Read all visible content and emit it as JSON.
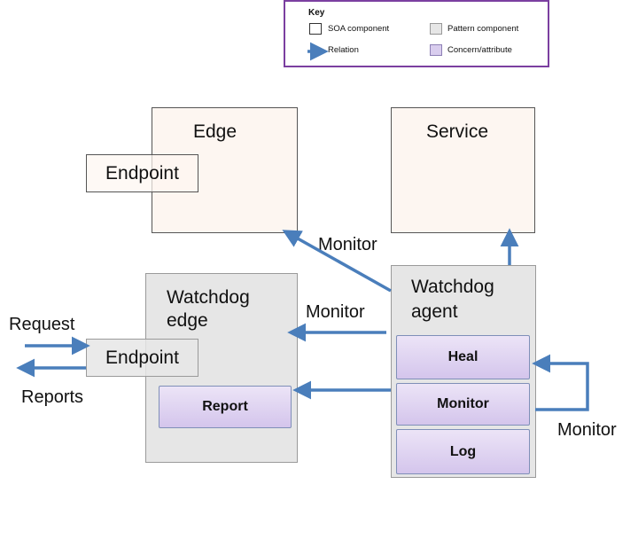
{
  "key": {
    "title": "Key",
    "soa_component": "SOA component",
    "pattern_component": "Pattern component",
    "relation": "Relation",
    "concern_attribute": "Concern/attribute"
  },
  "edge": {
    "title": "Edge",
    "endpoint": "Endpoint"
  },
  "service": {
    "title": "Service"
  },
  "watchdog_edge": {
    "title": "Watchdog\nedge",
    "endpoint": "Endpoint",
    "report": "Report"
  },
  "watchdog_agent": {
    "title": "Watchdog\nagent",
    "heal": "Heal",
    "monitor": "Monitor",
    "log": "Log"
  },
  "labels": {
    "monitor_edge": "Monitor",
    "monitor_watchdog_edge": "Monitor",
    "monitor_self": "Monitor",
    "request": "Request",
    "reports": "Reports"
  },
  "colors": {
    "arrow": "#4a7ebb",
    "key_border": "#7b3fa0",
    "soa_fill": "#fdf6f1",
    "pattern_fill": "#e6e6e6",
    "concern_fill": "#d9cdee"
  }
}
